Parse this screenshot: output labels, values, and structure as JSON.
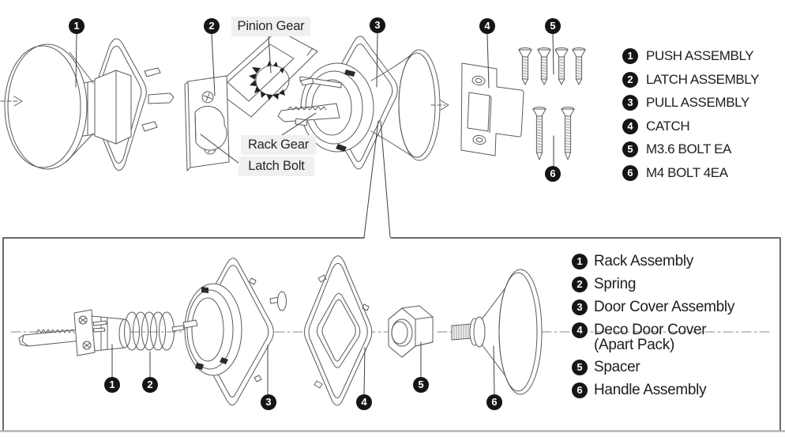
{
  "part_labels": {
    "pinion_gear": "Pinion Gear",
    "rack_gear": "Rack Gear",
    "latch_bolt": "Latch Bolt"
  },
  "top_callouts": [
    {
      "num": "1"
    },
    {
      "num": "2"
    },
    {
      "num": "3"
    },
    {
      "num": "4"
    },
    {
      "num": "5"
    },
    {
      "num": "6"
    }
  ],
  "bottom_callouts": [
    {
      "num": "1"
    },
    {
      "num": "2"
    },
    {
      "num": "3"
    },
    {
      "num": "4"
    },
    {
      "num": "5"
    },
    {
      "num": "6"
    }
  ],
  "top_legend": {
    "items": [
      {
        "num": "1",
        "label": "PUSH ASSEMBLY"
      },
      {
        "num": "2",
        "label": "LATCH ASSEMBLY"
      },
      {
        "num": "3",
        "label": "PULL ASSEMBLY"
      },
      {
        "num": "4",
        "label": "CATCH"
      },
      {
        "num": "5",
        "label": "M3.6 BOLT EA"
      },
      {
        "num": "6",
        "label": "M4 BOLT 4EA"
      }
    ]
  },
  "bottom_legend": {
    "items": [
      {
        "num": "1",
        "label": "Rack Assembly"
      },
      {
        "num": "2",
        "label": "Spring"
      },
      {
        "num": "3",
        "label": "Door Cover Assembly"
      },
      {
        "num": "4",
        "label": "Deco Door Cover",
        "label2": "(Apart Pack)"
      },
      {
        "num": "5",
        "label": "Spacer"
      },
      {
        "num": "6",
        "label": "Handle Assembly"
      }
    ]
  },
  "colors": {
    "line": "#5a5a5a",
    "dark_detail": "#222222",
    "badge_bg": "#151515",
    "badge_text": "#ffffff",
    "label_bg": "#f0f0f0",
    "text": "#1d1d1d",
    "box_border": "#3a3a3a",
    "bottom_rule": "#ababab"
  }
}
